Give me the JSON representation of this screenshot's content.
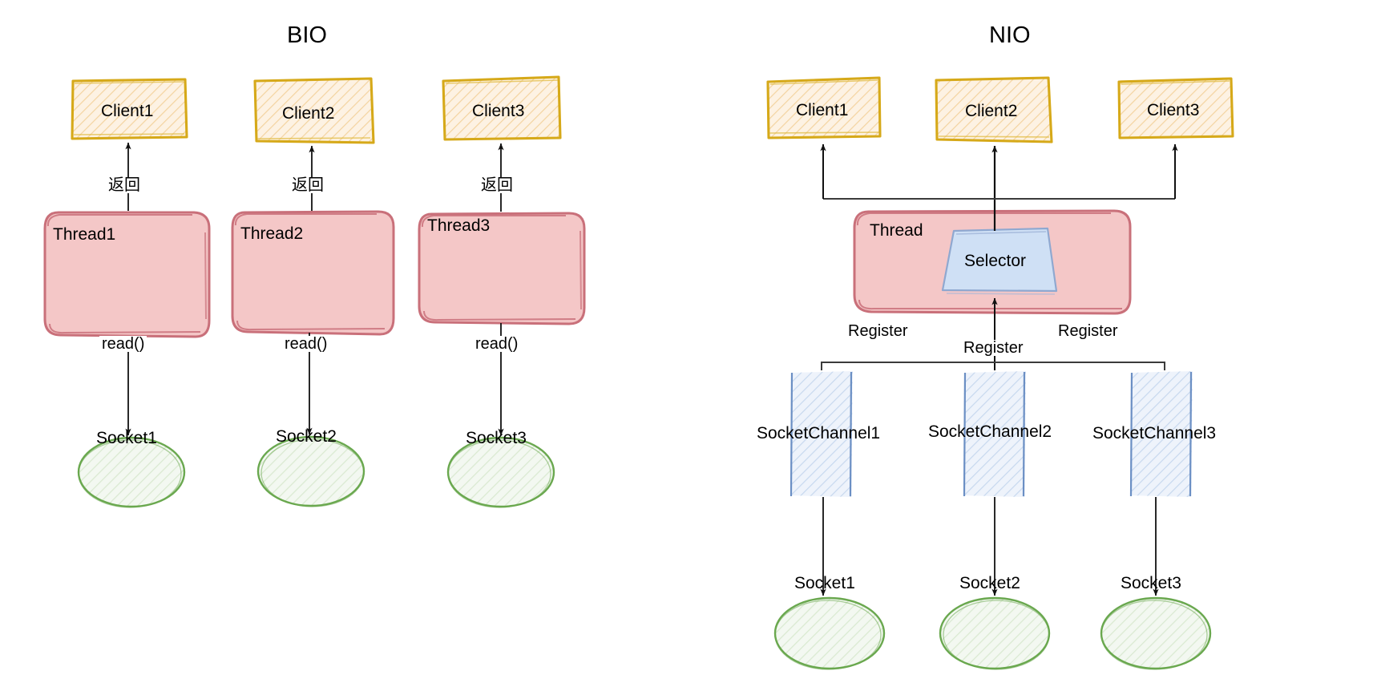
{
  "diagram": {
    "type": "flowchart",
    "title_left": "BIO",
    "title_right": "NIO",
    "colors": {
      "client_stroke": "#d6a919",
      "client_fill": "#fdf2e3",
      "client_hatch": "#f0c98a",
      "thread_stroke": "#c9707a",
      "thread_fill": "#f4c7c7",
      "channel_stroke": "#6b8fc4",
      "channel_fill": "#eef3fb",
      "channel_hatch": "#b9cde8",
      "socket_stroke": "#6aa84f",
      "socket_fill": "#f3f8f1",
      "socket_hatch": "#cfe3c5",
      "selector_stroke": "#8fa8d0",
      "selector_fill": "#cfe0f5",
      "edge": "#3b3b3b"
    }
  },
  "bio": {
    "title": "BIO",
    "clients": [
      {
        "label": "Client1"
      },
      {
        "label": "Client2"
      },
      {
        "label": "Client3"
      }
    ],
    "threads": [
      {
        "label": "Thread1"
      },
      {
        "label": "Thread2"
      },
      {
        "label": "Thread3"
      }
    ],
    "sockets": [
      {
        "label": "Socket1"
      },
      {
        "label": "Socket2"
      },
      {
        "label": "Socket3"
      }
    ],
    "return_edges": [
      {
        "label": "返回"
      },
      {
        "label": "返回"
      },
      {
        "label": "返回"
      }
    ],
    "read_edges": [
      {
        "label": "read()"
      },
      {
        "label": "read()"
      },
      {
        "label": "read()"
      }
    ]
  },
  "nio": {
    "title": "NIO",
    "clients": [
      {
        "label": "Client1"
      },
      {
        "label": "Client2"
      },
      {
        "label": "Client3"
      }
    ],
    "thread": {
      "label": "Thread"
    },
    "selector": {
      "label": "Selector"
    },
    "channels": [
      {
        "label": "SocketChannel1"
      },
      {
        "label": "SocketChannel2"
      },
      {
        "label": "SocketChannel3"
      }
    ],
    "sockets": [
      {
        "label": "Socket1"
      },
      {
        "label": "Socket2"
      },
      {
        "label": "Socket3"
      }
    ],
    "register_edges": [
      {
        "label": "Register"
      },
      {
        "label": "Register"
      },
      {
        "label": "Register"
      }
    ]
  }
}
